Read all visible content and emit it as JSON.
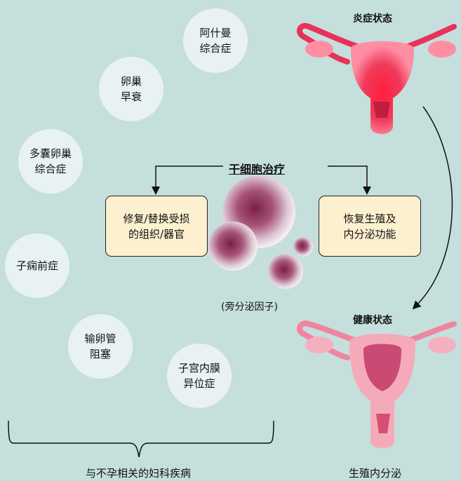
{
  "diseases": [
    {
      "label": "阿什曼\n综合症"
    },
    {
      "label": "卵巢\n早衰"
    },
    {
      "label": "多囊卵巢\n综合症"
    },
    {
      "label": "子痫前症"
    },
    {
      "label": "输卵管\n阻塞"
    },
    {
      "label": "子宫内膜\n异位症"
    }
  ],
  "center": {
    "title": "干细胞治疗",
    "left_box": "修复/替换受损\n的组织/器官",
    "right_box": "恢复生殖及\n内分泌功能",
    "caption": "(旁分泌因子)"
  },
  "states": {
    "inflamed": "炎症状态",
    "healthy": "健康状态"
  },
  "bottom": {
    "left_label": "与不孕相关的妇科疾病",
    "right_label": "生殖内分泌"
  },
  "colors": {
    "background": "#c5dfdd",
    "circle": "#e8f1f3",
    "box": "#fdf0cf",
    "uterus_inflamed": "#e8325a",
    "uterus_healthy": "#e96a8a"
  }
}
